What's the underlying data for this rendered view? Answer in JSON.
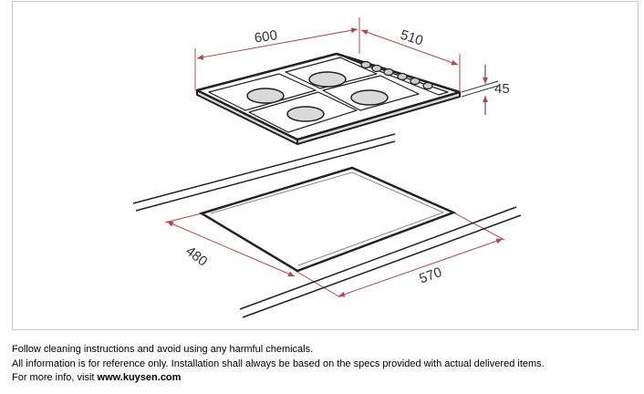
{
  "diagram": {
    "dimensions": {
      "width": "600",
      "depth": "510",
      "height": "45",
      "cutout_depth": "480",
      "cutout_width": "570"
    },
    "colors": {
      "dimension_line": "#b04a4a",
      "outline": "#222222",
      "burner": "#d9d9d9"
    }
  },
  "notes": {
    "line1": "Follow cleaning instructions and avoid using any harmful chemicals.",
    "line2": "All information is for reference only. Installation shall always be based on the specs provided with actual delivered items.",
    "line3_prefix": "For more info, visit ",
    "link": "www.kuysen.com"
  }
}
